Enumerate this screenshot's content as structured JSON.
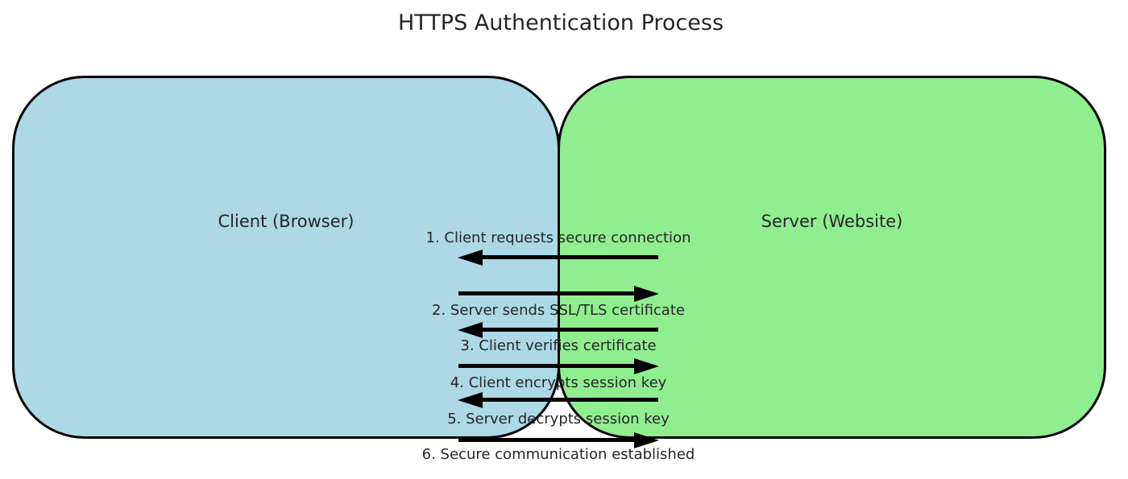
{
  "title": "HTTPS Authentication Process",
  "client_box": {
    "label": "Client (Browser)",
    "fill": "#ADD8E6"
  },
  "server_box": {
    "label": "Server (Website)",
    "fill": "#90EE90"
  },
  "colors": {
    "background": "#FFFFFF",
    "box_border": "#000000",
    "arrow": "#000000",
    "text": "#262626"
  },
  "steps": [
    {
      "label": "1. Client requests secure connection",
      "arrow_direction": "left"
    },
    {
      "label": "2. Server sends SSL/TLS certificate",
      "arrow_direction": "right"
    },
    {
      "label": "3. Client verifies certificate",
      "arrow_direction": "left"
    },
    {
      "label": "4. Client encrypts session key",
      "arrow_direction": "right"
    },
    {
      "label": "5. Server decrypts session key",
      "arrow_direction": "left"
    },
    {
      "label": "6. Secure communication established",
      "arrow_direction": "right"
    }
  ]
}
